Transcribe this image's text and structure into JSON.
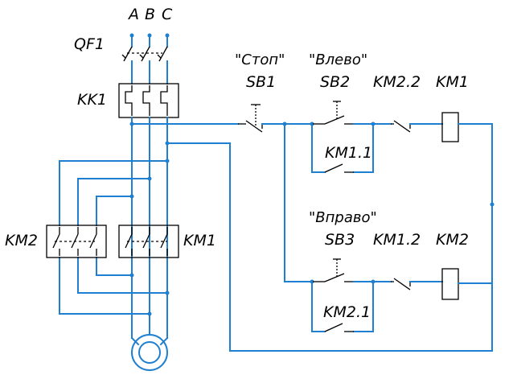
{
  "labels": {
    "phase_a": "A",
    "phase_b": "B",
    "phase_c": "C",
    "qf1": "QF1",
    "kk1": "KK1",
    "km2_main": "KM2",
    "km1_main": "KM1",
    "stop_caption": "\"Стоп\"",
    "sb1": "SB1",
    "left_caption": "\"Влево\"",
    "sb2": "SB2",
    "km2_2": "KM2.2",
    "km1_coil": "KM1",
    "km1_1": "KM1.1",
    "right_caption": "\"Вправо\"",
    "sb3": "SB3",
    "km1_2": "KM1.2",
    "km2_coil": "KM2",
    "km2_1": "KM2.1"
  },
  "colors": {
    "wire": "#1f7fd1",
    "component": "#000000",
    "background": "#ffffff"
  }
}
